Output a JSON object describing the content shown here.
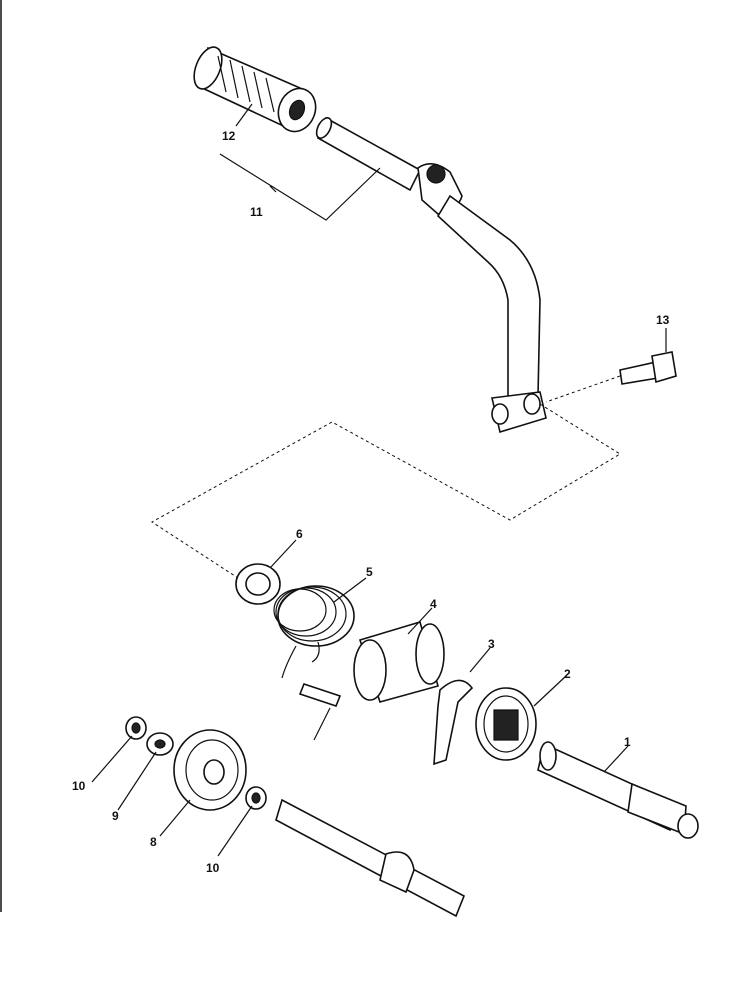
{
  "labels": {
    "p1": "1",
    "p2": "2",
    "p3": "3",
    "p4": "4",
    "p5": "5",
    "p6": "6",
    "p8": "8",
    "p9": "9",
    "p10a": "10",
    "p10b": "10",
    "p11": "11",
    "p12": "12",
    "p13": "13"
  }
}
